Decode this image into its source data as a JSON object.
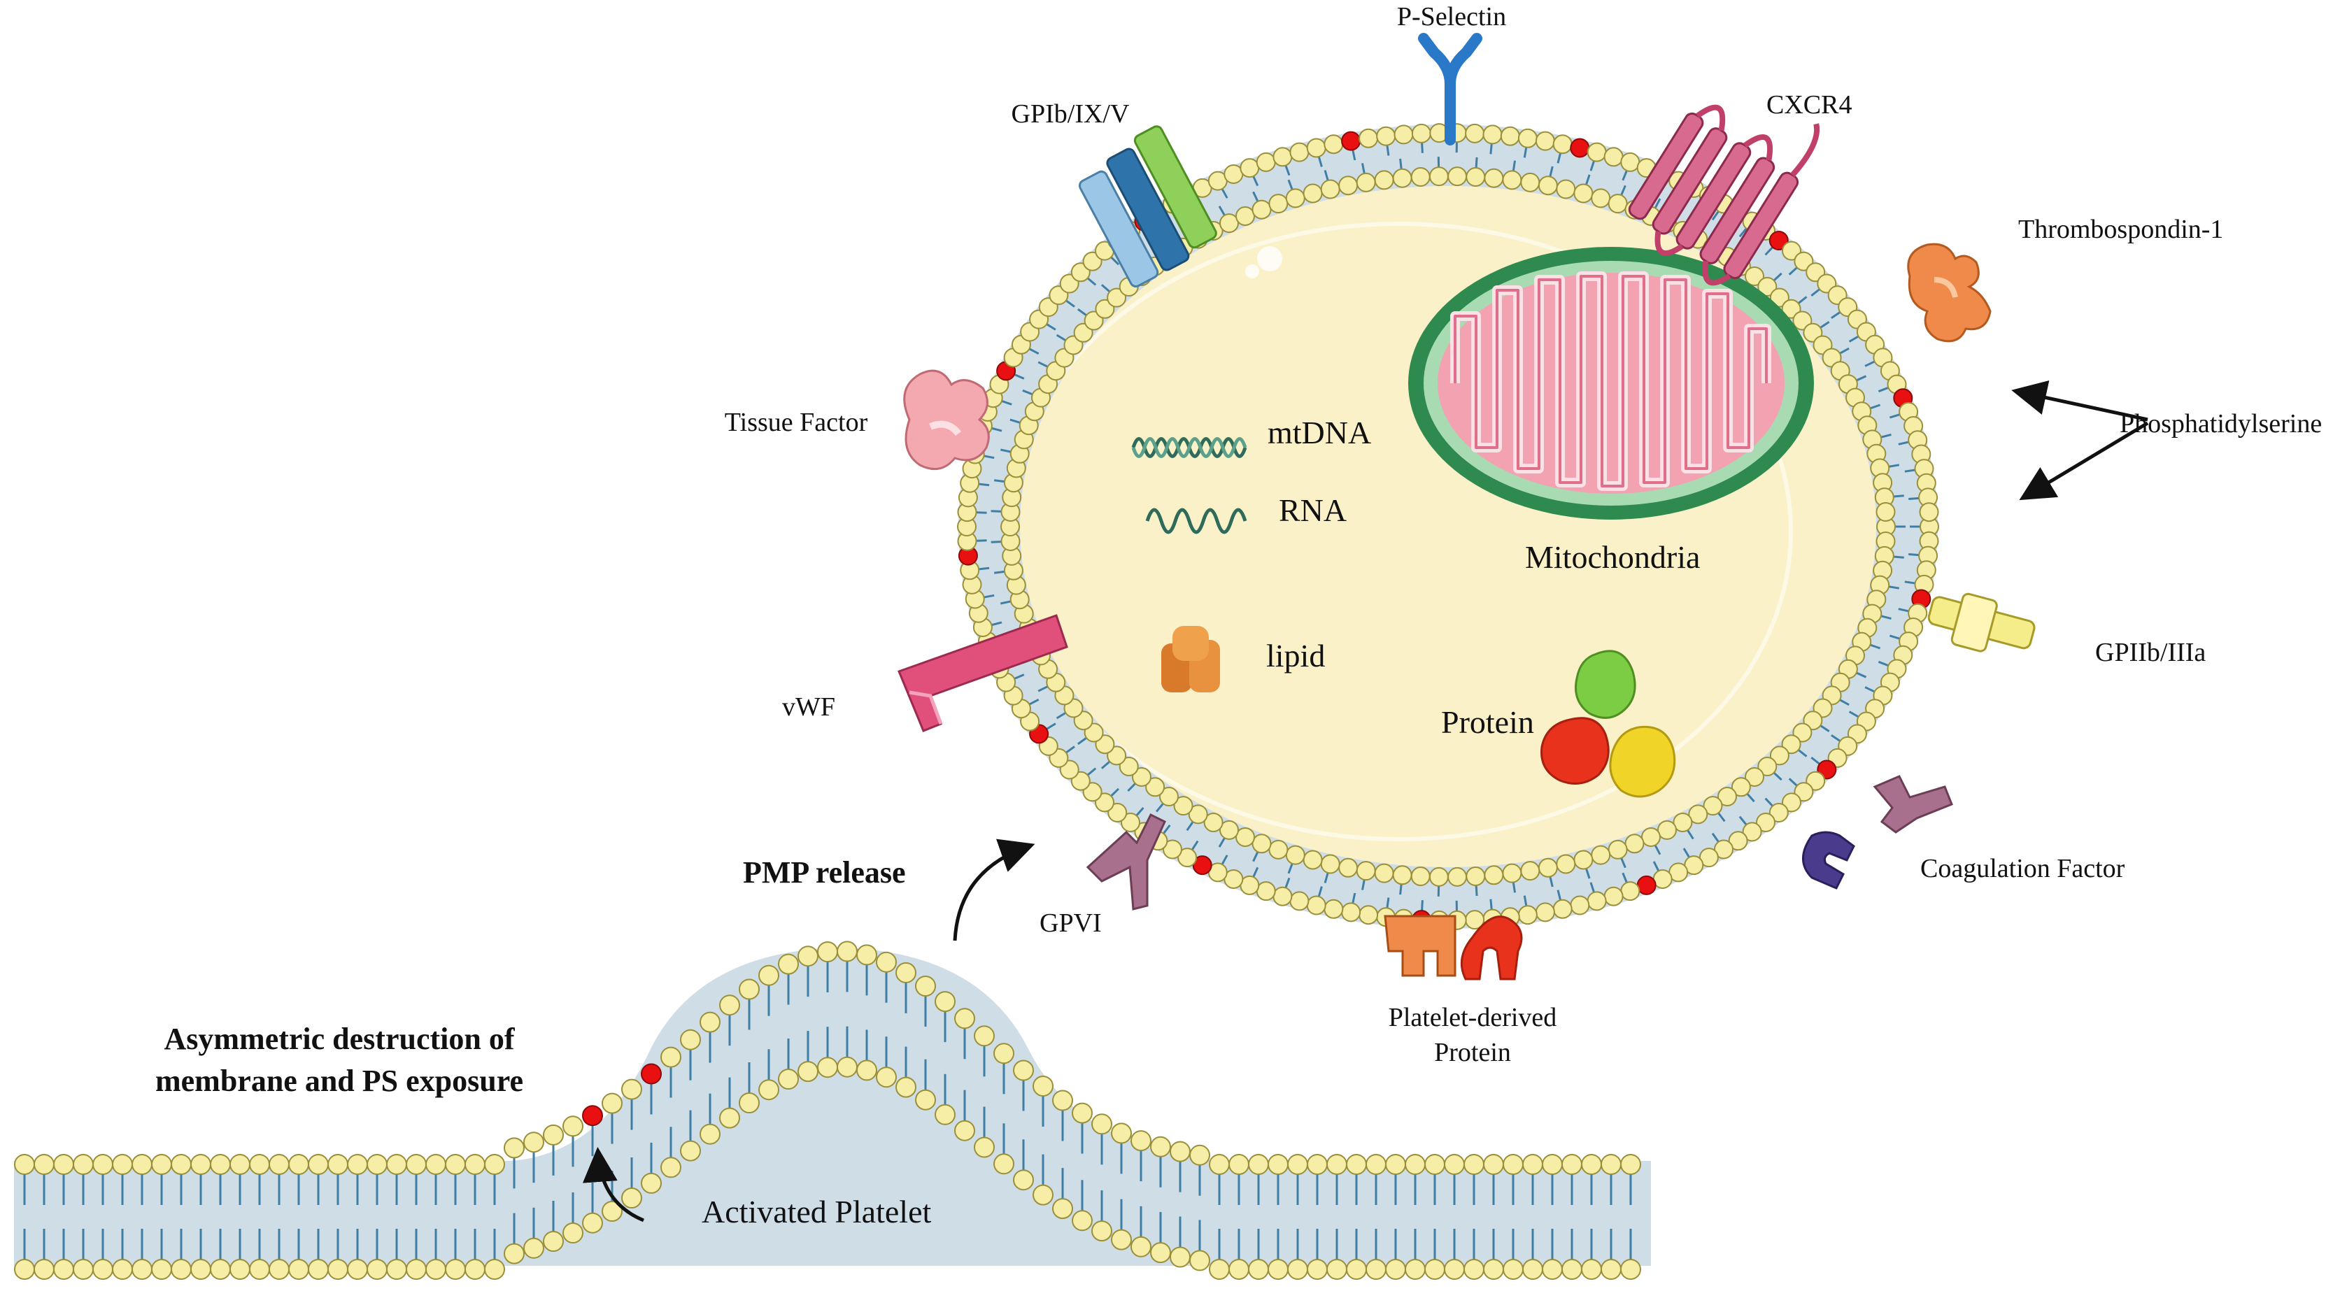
{
  "labels": {
    "p_selectin": "P-Selectin",
    "gpib": "GPIb/IX/V",
    "cxcr4": "CXCR4",
    "thrombospondin": "Thrombospondin-1",
    "tissue_factor": "Tissue Factor",
    "phosphatidylserine": "Phosphatidylserine",
    "mtdna": "mtDNA",
    "rna": "RNA",
    "mitochondria": "Mitochondria",
    "lipid": "lipid",
    "gpiib": "GPIIb/IIIa",
    "vwf": "vWF",
    "protein": "Protein",
    "pmp_release": "PMP release",
    "gpvi": "GPVI",
    "coagulation": "Coagulation Factor",
    "platelet_derived_1": "Platelet-derived",
    "platelet_derived_2": "Protein",
    "asym_1": "Asymmetric destruction of",
    "asym_2": "membrane and PS exposure",
    "activated": "Activated Platelet"
  },
  "colors": {
    "lipid_head": "#f6eea6",
    "lipid_head_stroke": "#9a8f3a",
    "ps_head": "#e81010",
    "tail": "#3f7fa6",
    "bilayer_band": "#cfdde6",
    "cytoplasm": "#fbf1c9",
    "mito_outer": "#2e8a4e",
    "mito_inner": "#f3a2b2",
    "p_selectin": "#2979c8",
    "cxcr4": "#c0406a",
    "thrombospondin": "#f08a4a",
    "tissue_factor": "#f4a9b0",
    "vwf": "#e0507a",
    "gpvi": "#a8708c",
    "coagulation": "#4a3b8c",
    "gpiib": "#f5ec8a",
    "lipid_blob": "#e0893a",
    "protein_green": "#7ccc44",
    "protein_red": "#e8321c",
    "protein_yellow": "#f1d428"
  }
}
